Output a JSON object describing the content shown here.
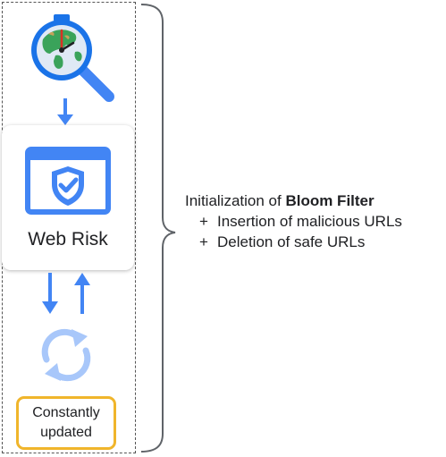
{
  "card": {
    "label": "Web Risk"
  },
  "badge": {
    "text_line1": "Constantly",
    "text_line2": "updated"
  },
  "description": {
    "title_prefix": "Initialization of ",
    "title_bold": "Bloom Filter",
    "items": [
      {
        "marker": "+",
        "text": "Insertion of malicious URLs"
      },
      {
        "marker": "+",
        "text": "Deletion of safe URLs"
      }
    ]
  },
  "icons": {
    "top": "web-scanner-magnifier-icon",
    "card": "shield-check-icon",
    "sync": "sync-icon"
  },
  "colors": {
    "blue": "#4285f4",
    "dark_blue": "#1a73e8",
    "light_blue": "#a8c7fa",
    "badge_border": "#f0b52b",
    "dashed_border": "#555555"
  }
}
